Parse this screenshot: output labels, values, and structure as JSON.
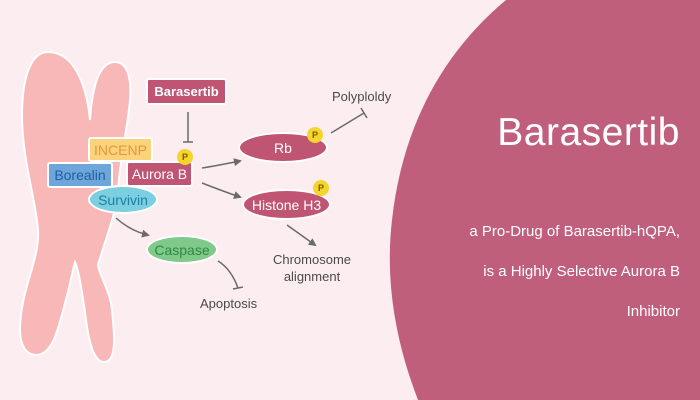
{
  "colors": {
    "background": "#fcedf1",
    "accent": "#c05473",
    "chromosome": "#f9b8b8",
    "incenp": "#fbd37c",
    "borealin": "#6ea6dc",
    "survivin": "#7bcfe0",
    "caspase": "#7fc98a",
    "phospho_badge": "#f5d42c",
    "arrow": "#6b6b6b"
  },
  "diagram": {
    "nodes": {
      "barasertib": "Barasertib",
      "incenp": "INCENP",
      "borealin": "Borealin",
      "aurora_b": "Aurora B",
      "survivin": "Survivin",
      "caspase": "Caspase",
      "rb": "Rb",
      "histone_h3": "Histone H3"
    },
    "phospho_label": "P",
    "outcomes": {
      "polyploidy": "Polyploldy",
      "chromosome_alignment_line1": "Chromosome",
      "chromosome_alignment_line2": "alignment",
      "apoptosis": "Apoptosis"
    },
    "edges": [
      {
        "from": "Barasertib",
        "to": "Aurora B",
        "type": "inhibition"
      },
      {
        "from": "Aurora B",
        "to": "Rb",
        "type": "activation"
      },
      {
        "from": "Aurora B",
        "to": "Histone H3",
        "type": "activation"
      },
      {
        "from": "Rb",
        "to": "Polyploldy",
        "type": "inhibition"
      },
      {
        "from": "Histone H3",
        "to": "Chromosome alignment",
        "type": "activation"
      },
      {
        "from": "Survivin",
        "to": "Caspase",
        "type": "activation"
      },
      {
        "from": "Caspase",
        "to": "Apoptosis",
        "type": "inhibition"
      }
    ]
  },
  "panel": {
    "title": "Barasertib",
    "subtitle_lines": [
      "a Pro-Drug of Barasertib-hQPA,",
      "is a Highly Selective Aurora B",
      "Inhibitor"
    ]
  }
}
